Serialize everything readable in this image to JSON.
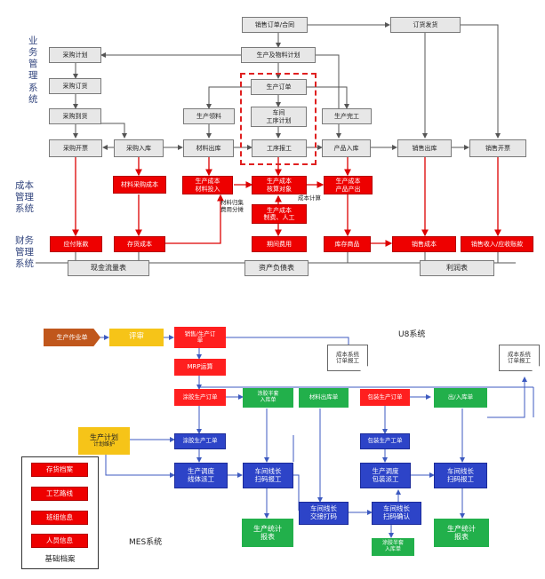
{
  "diagram1": {
    "side_labels": {
      "business": "业\n务\n管\n理\n系\n统",
      "cost": "成本\n管理\n系统",
      "finance": "财务\n管理\n系统"
    },
    "boxes": {
      "sales_contract": "销售订单/合同",
      "order_ship": "订货发货",
      "purchase_plan": "采购计划",
      "prod_material_plan": "生产及物料计划",
      "purchase_order": "采购订货",
      "prod_order": "生产订单",
      "purchase_arrival": "采购到货",
      "prod_material_pick": "生产领料",
      "workshop_plan": "车间\n工序计划",
      "prod_complete": "生产完工",
      "purchase_invoice": "采购开票",
      "purchase_inbound": "采购入库",
      "material_outbound": "材料出库",
      "process_report": "工序报工",
      "product_inbound": "产品入库",
      "sales_outbound": "销售出库",
      "sales_invoice": "销售开票",
      "material_purchase_cost": "材料采购成本",
      "cost_material_input": "生产成本\n材料投入",
      "cost_accounting_object": "生产成本\n核算对象",
      "cost_product_output": "生产成本\n产品产出",
      "cost_manufacturing_labor": "生产成本\n制费、人工",
      "payables": "应付账款",
      "inventory_cost": "存货成本",
      "period_expense": "期间费用",
      "stock_goods": "库存商品",
      "sales_cost": "销售成本",
      "sales_receivable": "销售收入/应收账款",
      "cash_flow": "现金流量表",
      "balance_sheet": "资产负债表",
      "income_statement": "利润表"
    },
    "notes": {
      "material_collect": "材料归集\n费用分摊",
      "cost_calc": "成本计算"
    }
  },
  "diagram2": {
    "titles": {
      "u8": "U8系统",
      "mes": "MES系统"
    },
    "boxes": {
      "job_order": "生产作业单",
      "review": "评审",
      "sales_prod_order": "销售/生产订\n单",
      "mrp": "MRP运算",
      "cost_report_1": "成本系统\n订单报工",
      "cost_report_2": "成本系统\n订单报工",
      "coating_prod_order": "涂胶生产订单",
      "coating_semi_inbound": "涂胶半套\n入库单",
      "material_out_doc": "材料出库单",
      "packing_prod_order": "包装生产订单",
      "in_out_doc": "出/入库单",
      "prod_plan": "生产计划",
      "plan_maintain": "计划维护",
      "coating_work_order": "涂胶生产工单",
      "packing_work_order": "包装生产工单",
      "dispatch_line": "生产调度\n线体派工",
      "leader_scan_1": "车间线长\n扫码报工",
      "dispatch_pack": "生产调度\n包装派工",
      "leader_scan_2": "车间线长\n扫码报工",
      "handover_print": "车间线长\n交接打码",
      "scan_confirm": "车间线长\n扫码确认",
      "stat_report_1": "生产统计\n报表",
      "stat_report_2": "生产统计\n报表",
      "coating_semi_inbound_2": "涂胶半套\n入库单"
    },
    "base_files": {
      "title": "基础档案",
      "items": [
        "存货档案",
        "工艺路线",
        "班组信息",
        "人员信息"
      ]
    }
  }
}
